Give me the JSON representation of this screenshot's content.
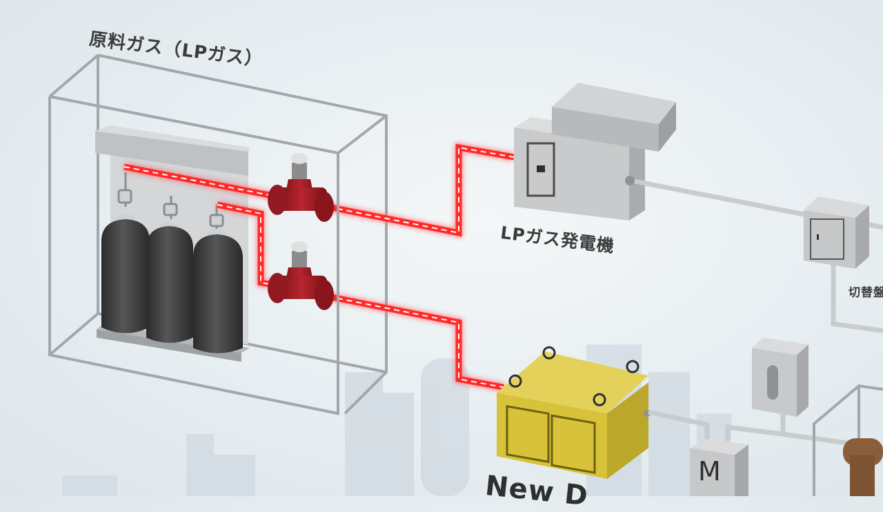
{
  "labels": {
    "source": "原料ガス（LPガス）",
    "generator": "LPガス発電機",
    "switchboard": "切替盤",
    "new_unit": "New D",
    "motor": "M"
  },
  "colors": {
    "gas_line": "#ff2a2a",
    "gas_line_glow": "#ff6b6b",
    "cylinder": "#3c3c3c",
    "valve": "#a8202a",
    "box_outline": "#9aa0a4",
    "generator": "#c9c9c9",
    "yellow_unit": "#d8c23b",
    "cable": "#c8cccf"
  },
  "icons": {
    "valve_upper": "gate-valve-icon",
    "valve_lower": "gate-valve-icon",
    "cylinders": "gas-cylinder-icon"
  }
}
